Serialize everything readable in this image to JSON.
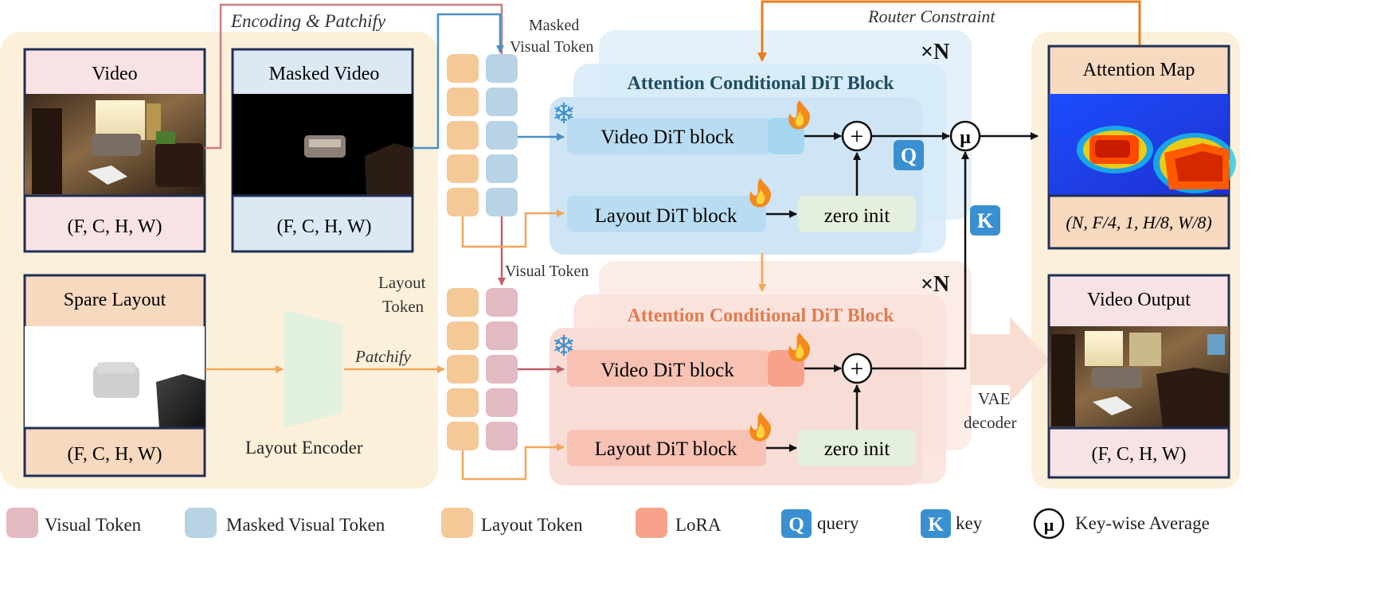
{
  "labels": {
    "encoding_patchify": "Encoding & Patchify",
    "router_constraint": "Router Constraint",
    "masked_visual_token_l1": "Masked",
    "masked_visual_token_l2": "Visual Token",
    "visual_token": "Visual Token",
    "layout_token_l1": "Layout",
    "layout_token_l2": "Token",
    "patchify": "Patchify",
    "layout_encoder": "Layout Encoder",
    "vae_l1": "VAE",
    "vae_l2": "decoder",
    "repeat_top": "×N",
    "repeat_bottom": "×N"
  },
  "panels": {
    "video": {
      "title": "Video",
      "dims": "(F, C, H, W)"
    },
    "masked_video": {
      "title": "Masked Video",
      "dims": "(F, C, H, W)"
    },
    "spare_layout": {
      "title": "Spare Layout",
      "dims": "(F, C, H, W)"
    },
    "attention_map": {
      "title": "Attention Map",
      "dims": "(N, F/4, 1, H/8, W/8)"
    },
    "video_output": {
      "title": "Video Output",
      "dims": "(F, C, H, W)"
    }
  },
  "blocks": {
    "top": {
      "title": "Attention Conditional DiT Block",
      "video_dit": "Video DiT block",
      "layout_dit": "Layout DiT block",
      "zero_init": "zero init"
    },
    "bottom": {
      "title": "Attention Conditional DiT Block",
      "video_dit": "Video DiT block",
      "layout_dit": "Layout DiT block",
      "zero_init": "zero init"
    }
  },
  "badges": {
    "q": "Q",
    "k": "K",
    "mu": "μ",
    "plus": "+"
  },
  "legend": [
    {
      "id": "visual-token",
      "label": "Visual Token",
      "color": "#e3b9c2"
    },
    {
      "id": "masked-visual-token",
      "label": "Masked Visual Token",
      "color": "#b8d3e6"
    },
    {
      "id": "layout-token",
      "label": "Layout Token",
      "color": "#f5c898"
    },
    {
      "id": "lora",
      "label": "LoRA",
      "color": "#f8a28c"
    },
    {
      "id": "query",
      "label": "query",
      "badge": "Q"
    },
    {
      "id": "key",
      "label": "key",
      "badge": "K"
    },
    {
      "id": "key-wise-average",
      "label": "Key-wise Average",
      "badge": "μ"
    }
  ],
  "colors": {
    "cream_bg": "#fcf0da",
    "blue_bg": "#dcedf9",
    "pink_bg": "#f9e2dc",
    "title_blue": "#1f4e5f",
    "title_orange": "#e37b4f",
    "arrow_orange": "#f2a65a",
    "arrow_blue": "#4a90c2",
    "arrow_red": "#c0606a",
    "arrow_router": "#e87d1e",
    "badge_blue": "#3a8fd0"
  }
}
